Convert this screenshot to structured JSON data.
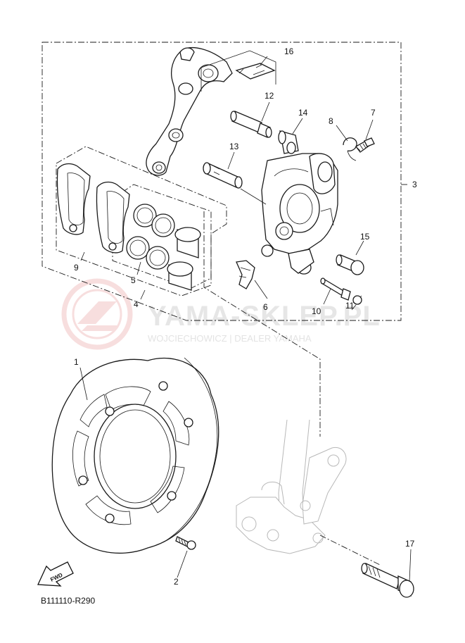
{
  "callouts": {
    "c1": "1",
    "c2": "2",
    "c3": "3",
    "c4": "4",
    "c5": "5",
    "c6": "6",
    "c7": "7",
    "c8": "8",
    "c9": "9",
    "c10": "10",
    "c11": "11",
    "c12": "12",
    "c13": "13",
    "c14": "14",
    "c15": "15",
    "c16": "16",
    "c17": "17"
  },
  "diagram_ref": "B111110-R290",
  "fwd_label": "FWD",
  "watermark": {
    "main": "YAMA-SKLEP.PL",
    "sub": "WOJCIECHOWICZ | DEALER YAMAHA",
    "color": "#f2c4c4"
  }
}
